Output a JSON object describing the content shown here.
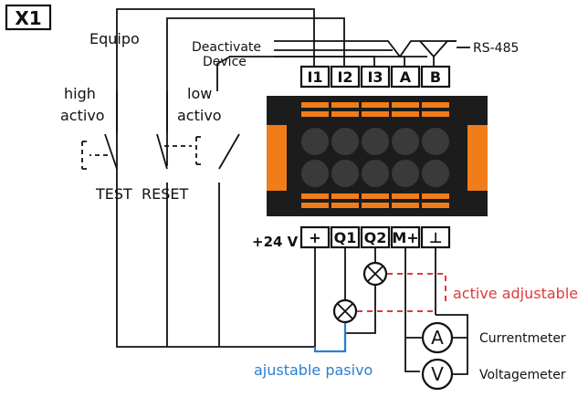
{
  "terminal_block_label": "X1",
  "inputs": {
    "equipo": "Equipo",
    "deactivate_line1": "Deactivate",
    "deactivate_line2": "Device",
    "high_line1": "high",
    "high_line2": "activo",
    "low_line1": "low",
    "low_line2": "activo",
    "test": "TEST",
    "reset": "RESET"
  },
  "top_terminals": [
    "I1",
    "I2",
    "I3",
    "A",
    "B"
  ],
  "bus_label": "RS-485",
  "supply_label": "+24 V",
  "bottom_terminals": [
    "+",
    "Q1",
    "Q2",
    "M+",
    "⊥"
  ],
  "outputs": {
    "active_label": "active adjustable",
    "passive_label": "ajustable pasivo",
    "ammeter_symbol": "A",
    "ammeter_label": "Currentmeter",
    "voltmeter_symbol": "V",
    "voltmeter_label": "Voltagemeter"
  },
  "colors": {
    "connector_orange": "#f07d1a",
    "connector_dark": "#3a3a3a",
    "active_red": "#e03a3a",
    "passive_blue": "#2a7fd0"
  }
}
